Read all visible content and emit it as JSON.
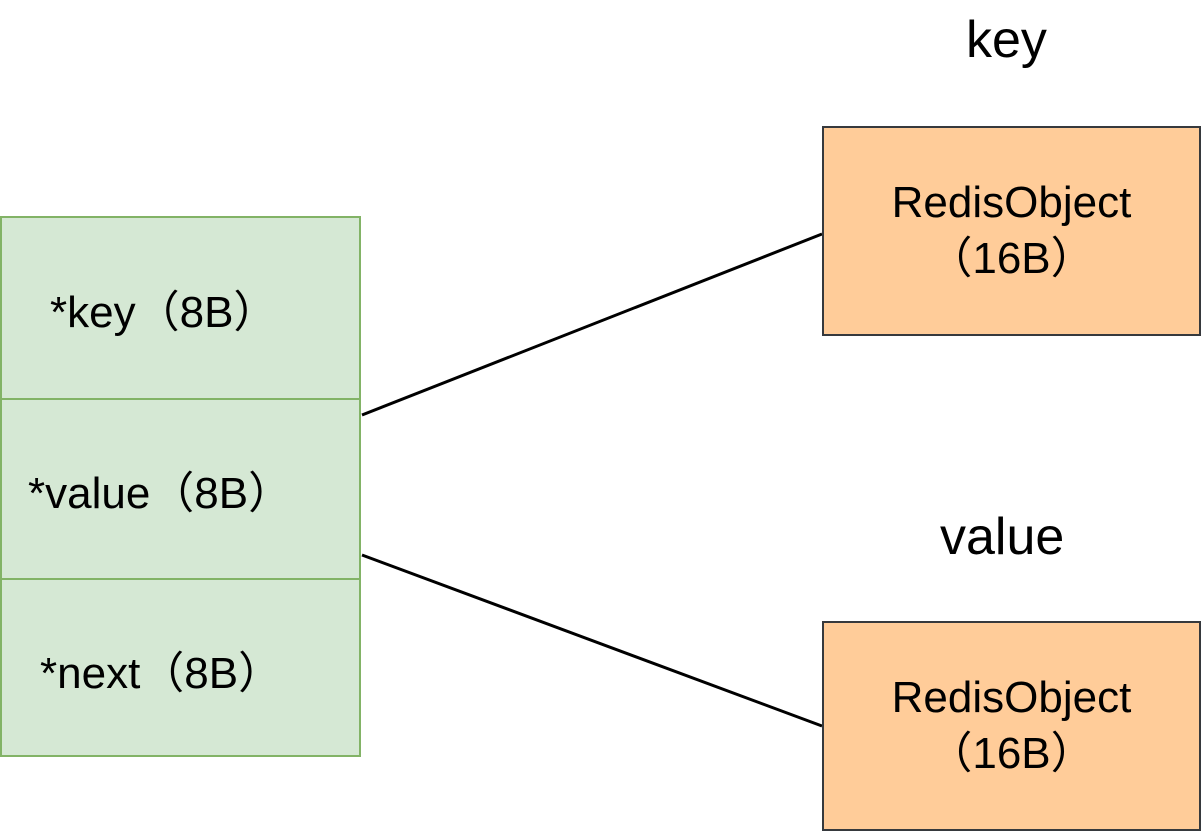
{
  "entry": {
    "fields": [
      {
        "label": "*key（8B）"
      },
      {
        "label": "*value（8B）"
      },
      {
        "label": "*next（8B）"
      }
    ],
    "fill_color": "#d5e8d4",
    "border_color": "#82b366"
  },
  "key_object": {
    "caption": "key",
    "line1": "RedisObject",
    "line2": "（16B）"
  },
  "value_object": {
    "caption": "value",
    "line1": "RedisObject",
    "line2": "（16B）"
  },
  "object_fill_color": "#ffcc99",
  "object_border_color": "#36393d",
  "connector_color": "#000000"
}
